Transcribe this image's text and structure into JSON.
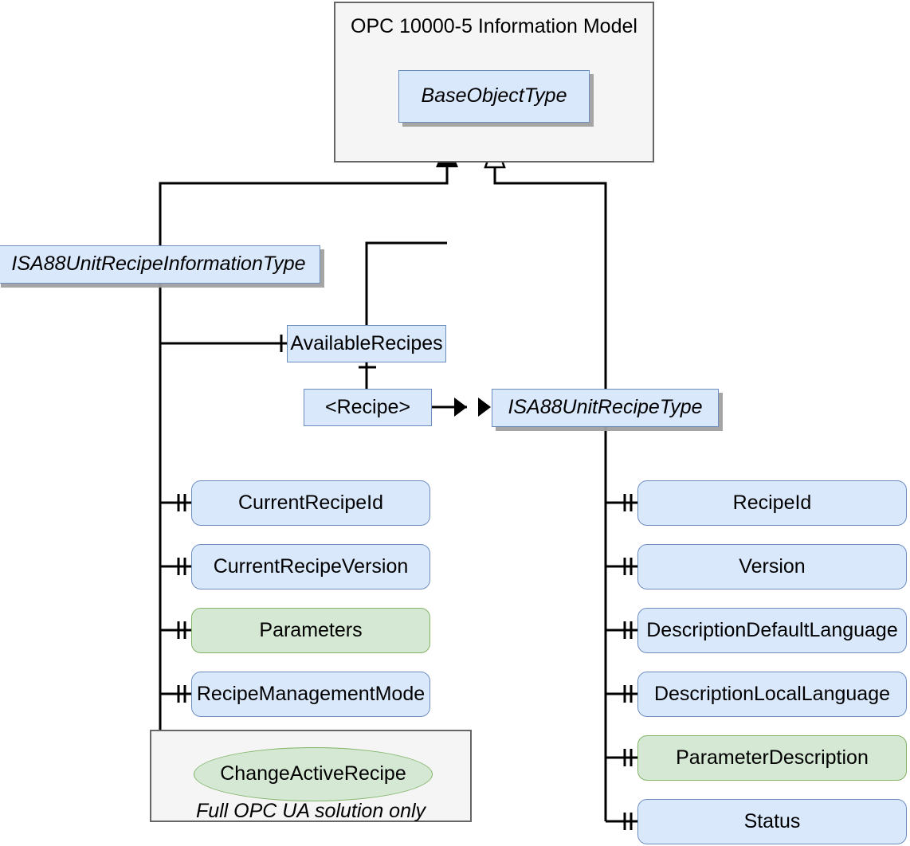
{
  "diagram": {
    "title": "OPC 10000-5 Information Model",
    "namespace_group": {
      "label": "OPC 10000-5 Information Model",
      "base_type": "BaseObjectType"
    },
    "types": [
      {
        "name": "ISA88UnitRecipeInformationType",
        "kind": "object-type",
        "style": "type-box"
      },
      {
        "name": "ISA88UnitRecipeType",
        "kind": "object-type",
        "style": "type-box"
      }
    ],
    "objects": [
      {
        "name": "AvailableRecipes",
        "kind": "object",
        "style": "obj-box"
      },
      {
        "name": "<Recipe>",
        "kind": "object-placeholder",
        "style": "obj-box"
      }
    ],
    "left_column": {
      "owner": "ISA88UnitRecipeInformationType",
      "items": [
        {
          "label": "CurrentRecipeId",
          "color": "blue"
        },
        {
          "label": "CurrentRecipeVersion",
          "color": "blue"
        },
        {
          "label": "Parameters",
          "color": "green"
        },
        {
          "label": "RecipeManagementMode",
          "color": "blue"
        }
      ]
    },
    "right_column": {
      "owner": "ISA88UnitRecipeType",
      "items": [
        {
          "label": "RecipeId",
          "color": "blue"
        },
        {
          "label": "Version",
          "color": "blue"
        },
        {
          "label": "DescriptionDefaultLanguage",
          "color": "blue"
        },
        {
          "label": "DescriptionLocalLanguage",
          "color": "blue"
        },
        {
          "label": "ParameterDescription",
          "color": "green"
        },
        {
          "label": "Status",
          "color": "blue"
        }
      ]
    },
    "optional_group": {
      "note": "Full OPC UA solution only",
      "method": "ChangeActiveRecipe"
    },
    "colors": {
      "blue_fill": "#dae8fc",
      "blue_stroke": "#6c8ebf",
      "green_fill": "#d5e8d4",
      "green_stroke": "#82b366",
      "group_fill": "#f5f5f5",
      "group_stroke": "#666666",
      "line": "#000000",
      "shadow": "#a0a0a0"
    },
    "edges": [
      {
        "from": "ISA88UnitRecipeInformationType",
        "to": "BaseObjectType",
        "type": "subtype-filled-arrow"
      },
      {
        "from": "ISA88UnitRecipeType",
        "to": "BaseObjectType",
        "type": "subtype-hollow-arrow"
      },
      {
        "from": "AvailableRecipes",
        "to": "BaseObjectType",
        "type": "hastypedefinition"
      },
      {
        "from": "<Recipe>",
        "to": "ISA88UnitRecipeType",
        "type": "hastypedefinition-double-arrow"
      }
    ]
  }
}
